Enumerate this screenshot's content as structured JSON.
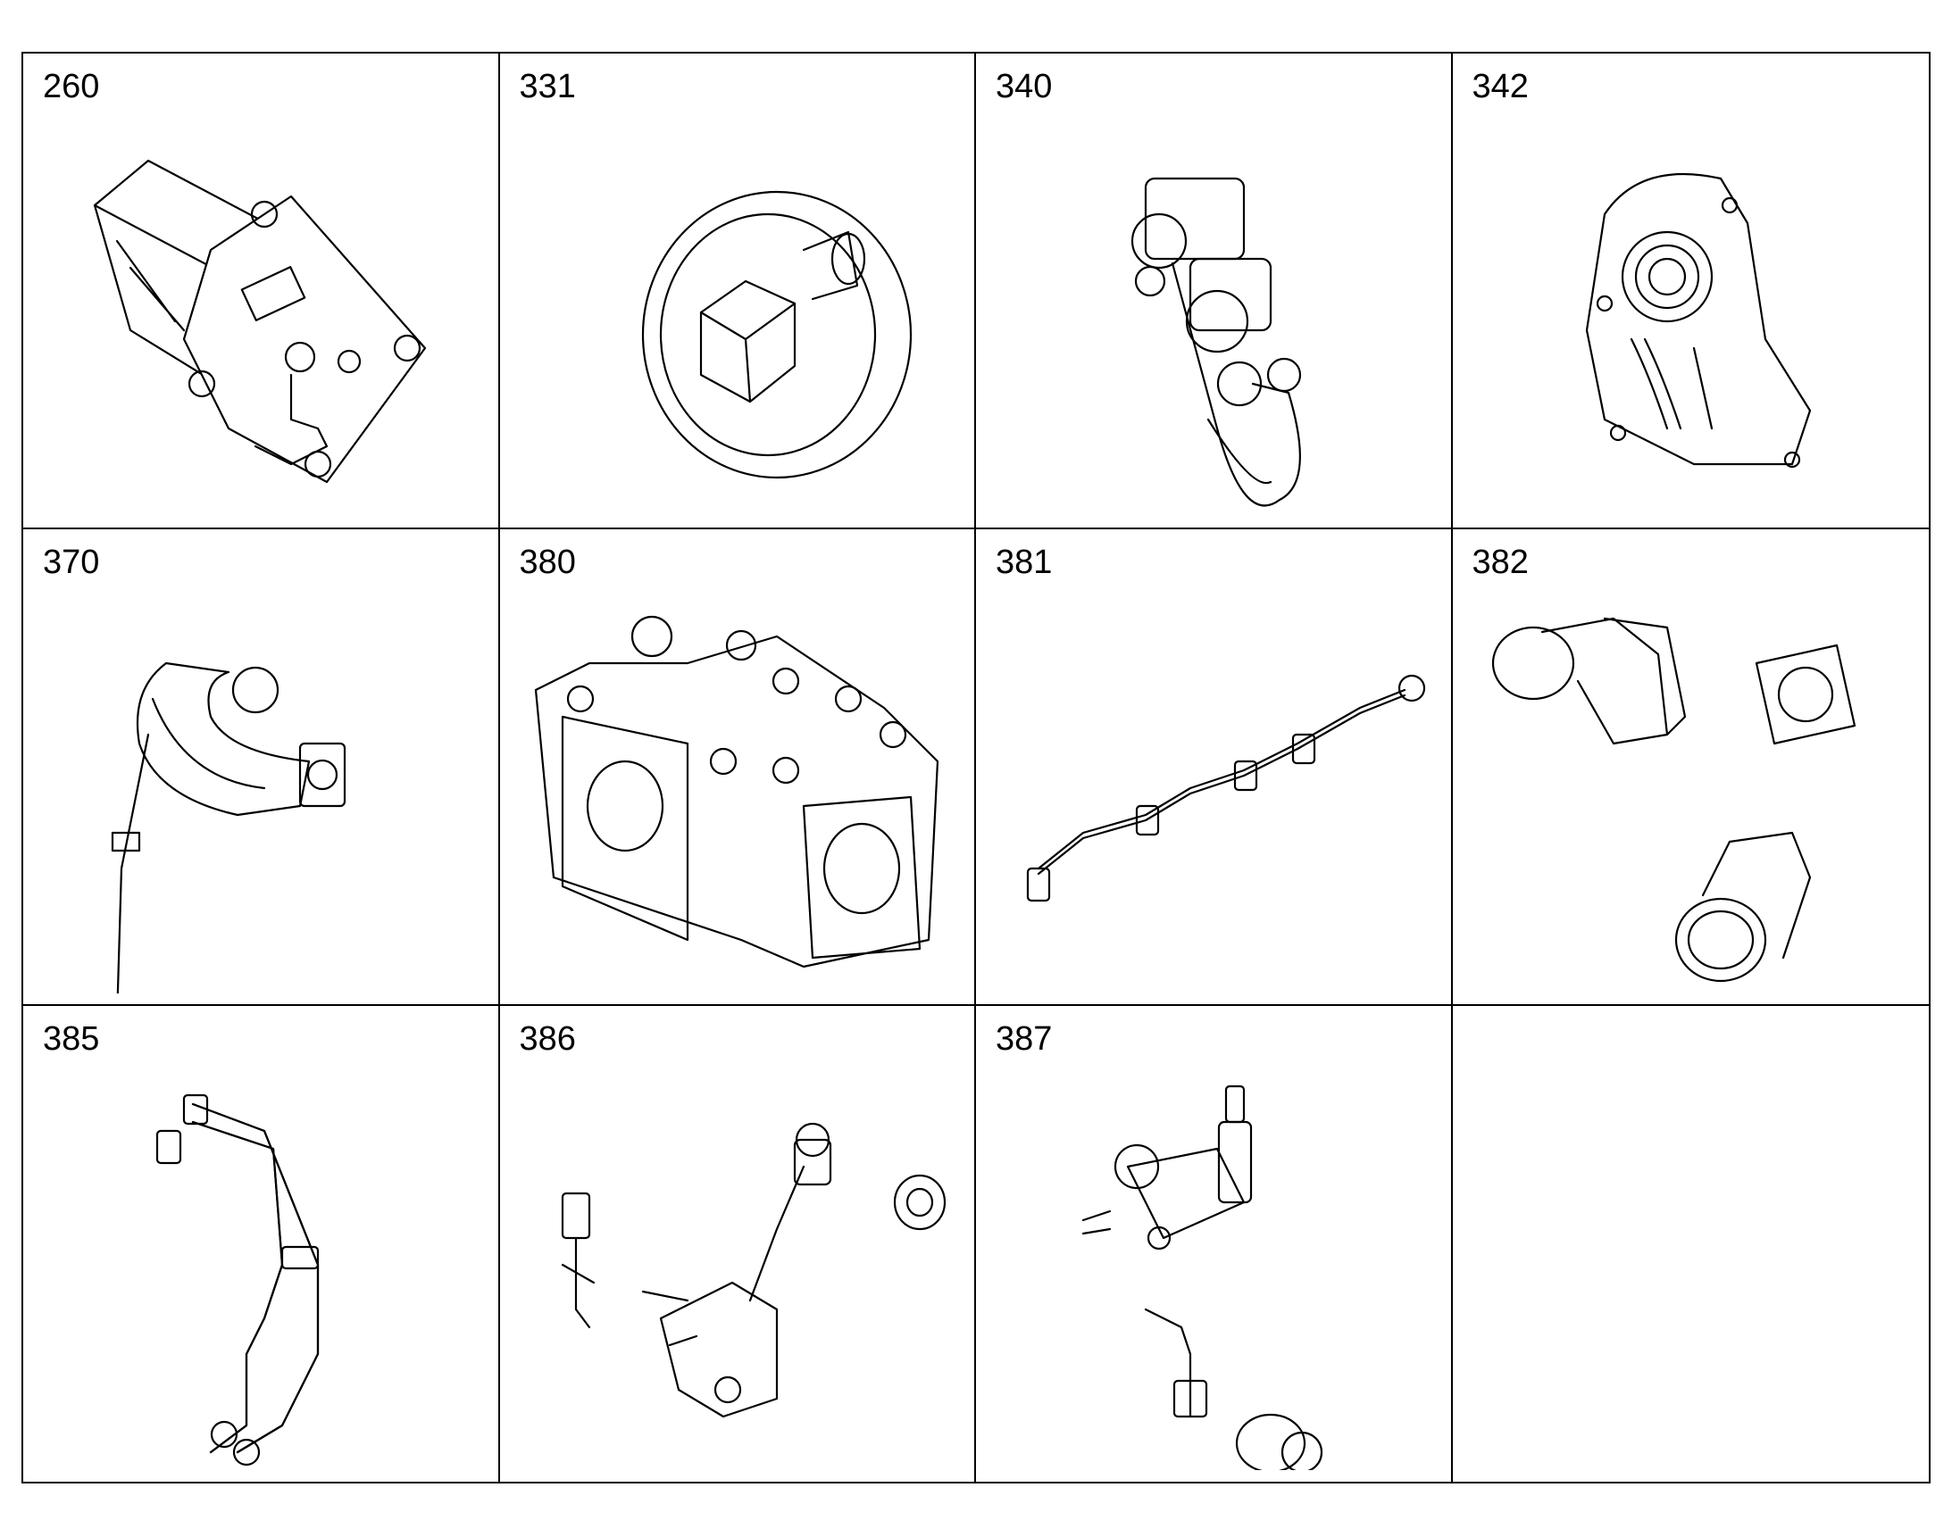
{
  "cells": [
    {
      "label": "260",
      "icon": "actuator-mount-icon"
    },
    {
      "label": "331",
      "icon": "hex-plug-icon"
    },
    {
      "label": "340",
      "icon": "belt-drive-icon"
    },
    {
      "label": "342",
      "icon": "timing-cover-icon"
    },
    {
      "label": "370",
      "icon": "intake-pipe-icon"
    },
    {
      "label": "380",
      "icon": "manifold-block-icon"
    },
    {
      "label": "381",
      "icon": "fuel-rail-icon"
    },
    {
      "label": "382",
      "icon": "elbow-housing-icon"
    },
    {
      "label": "385",
      "icon": "tube-assembly-icon"
    },
    {
      "label": "386",
      "icon": "valve-fittings-icon"
    },
    {
      "label": "387",
      "icon": "breather-fittings-icon"
    },
    {
      "label": "",
      "icon": ""
    }
  ]
}
